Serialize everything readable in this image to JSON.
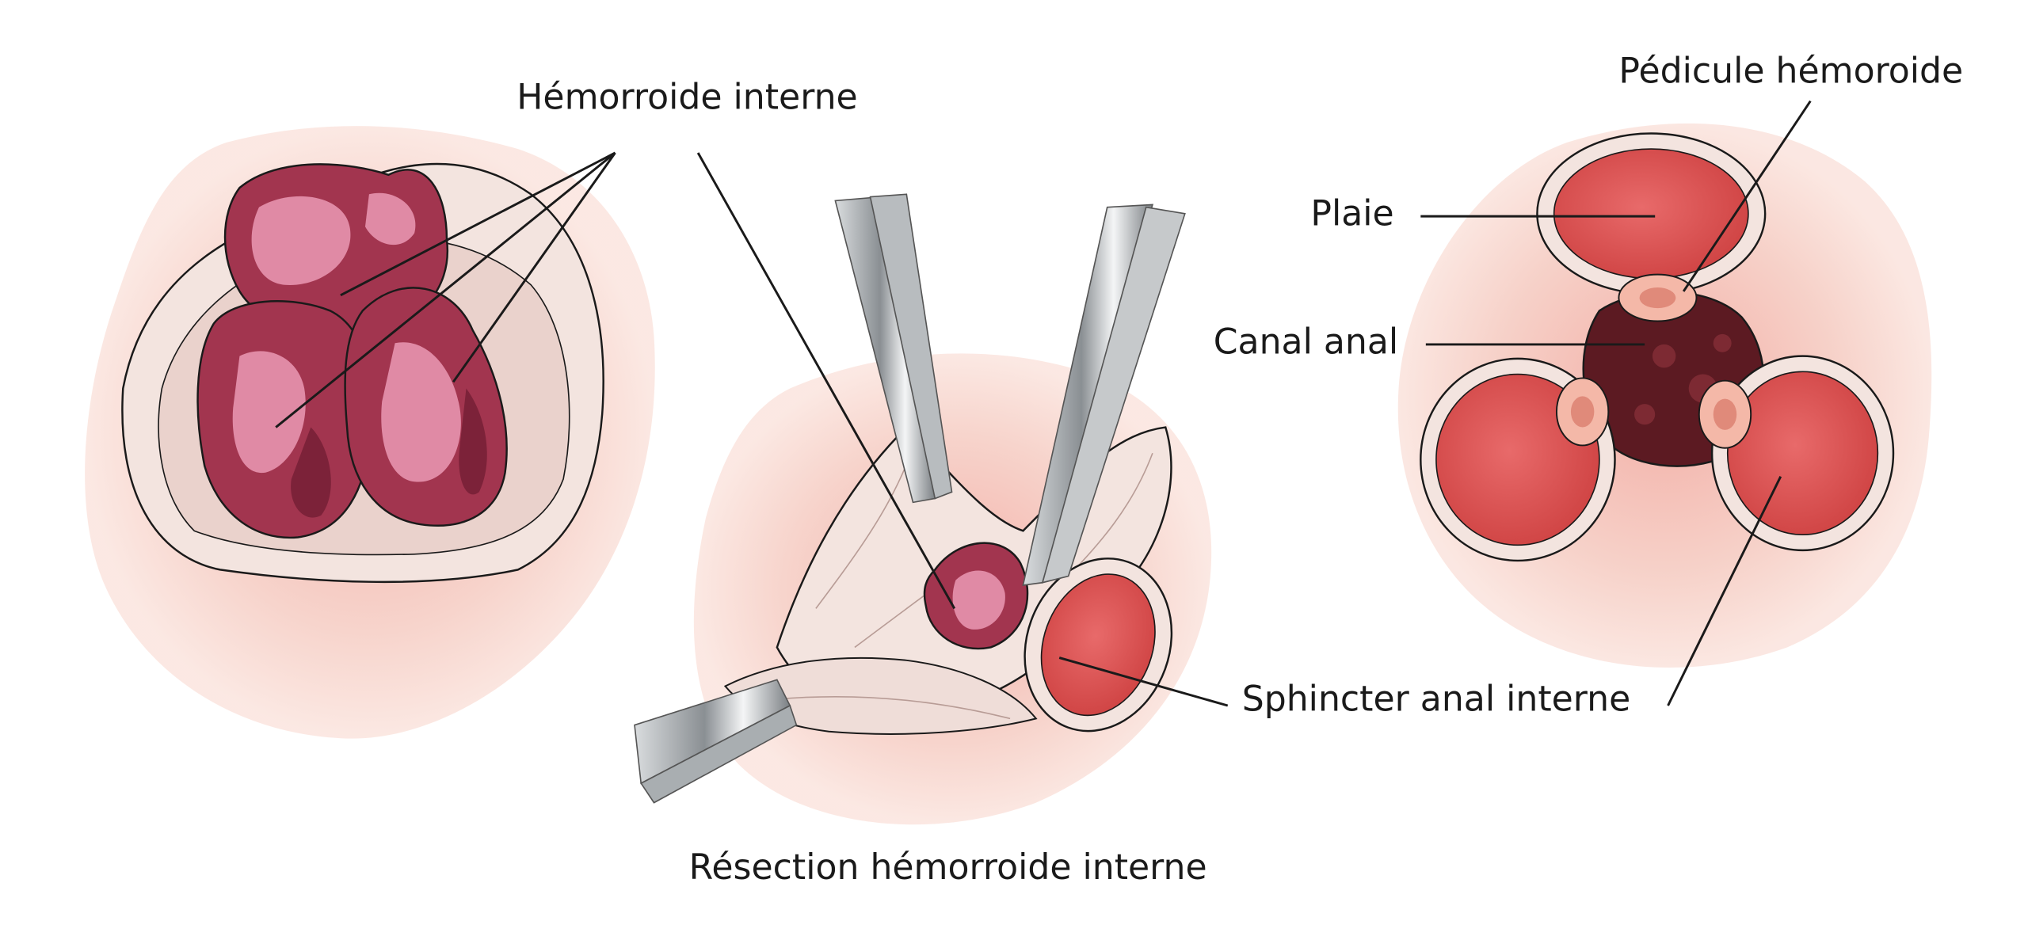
{
  "labels": {
    "internal_hemorrhoid": "Hémorroide interne",
    "hemorrhoid_pedicle": "Pédicule hémoroide",
    "wound": "Plaie",
    "anal_canal": "Canal anal",
    "internal_anal_sphincter": "Sphincter anal interne",
    "caption": "Résection hémorroide interne"
  },
  "colors": {
    "skin_halo": "#f6cfc6",
    "hemorrhoid": "#a2354f",
    "hemorrhoid_highlight": "#e08aa5",
    "mucosa": "#f3e4df",
    "wound": "#dd5555",
    "canal": "#5c1a22",
    "instrument": "#9ea3a6"
  }
}
